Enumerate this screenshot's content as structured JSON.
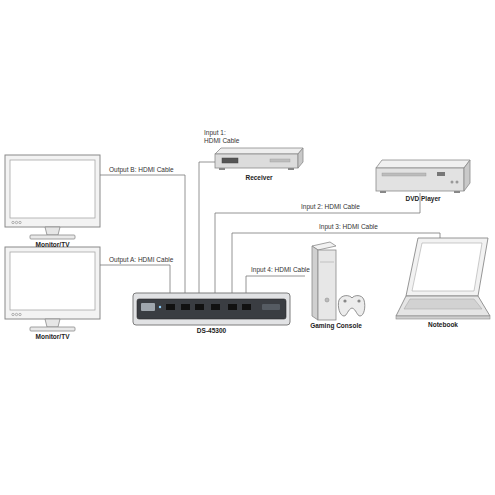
{
  "diagram": {
    "nodes": [
      {
        "text": [
          "Receiver"
        ]
      },
      {
        "text": [
          "DVD Player"
        ]
      },
      {
        "text": [
          "Monitor/TV"
        ]
      },
      {
        "text": [
          "Monitor/TV"
        ]
      },
      {
        "text": [
          "Gaming Console"
        ]
      },
      {
        "text": [
          "Notebook"
        ]
      },
      {
        "text": [
          "DS-45300"
        ]
      }
    ],
    "edges": [
      {
        "from": 6,
        "to": 2,
        "arrow": "none",
        "label": "Output B: HDMI Cable"
      },
      {
        "from": 6,
        "to": 3,
        "arrow": "none",
        "label": "Output A: HDMI Cable"
      },
      {
        "from": 0,
        "to": 6,
        "arrow": "none",
        "label": "Input 1: HDMI Cable"
      },
      {
        "from": 1,
        "to": 6,
        "arrow": "none",
        "label": "Input 2: HDMI Cable"
      },
      {
        "from": 5,
        "to": 6,
        "arrow": "none",
        "label": "Input 3: HDMI Cable"
      },
      {
        "from": 4,
        "to": 6,
        "arrow": "none",
        "label": "Input 4: HDMI Cable"
      }
    ]
  }
}
